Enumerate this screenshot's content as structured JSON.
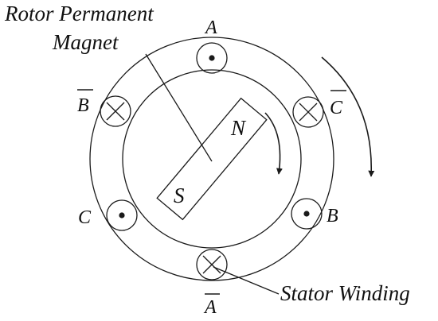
{
  "labels": {
    "rotor_magnet_line1": "Rotor Permanent",
    "rotor_magnet_line2": "Magnet",
    "stator_winding": "Stator Winding",
    "pole_north": "N",
    "pole_south": "S"
  },
  "windings": {
    "A": {
      "name": "A",
      "symbol": "dot"
    },
    "A_bar": {
      "name": "A",
      "overbar": true,
      "symbol": "cross"
    },
    "B": {
      "name": "B",
      "symbol": "dot"
    },
    "B_bar": {
      "name": "B",
      "overbar": true,
      "symbol": "cross"
    },
    "C": {
      "name": "C",
      "symbol": "dot"
    },
    "C_bar": {
      "name": "C",
      "overbar": true,
      "symbol": "cross"
    }
  },
  "colors": {
    "stroke": "#1a1a1a",
    "background": "#ffffff"
  }
}
